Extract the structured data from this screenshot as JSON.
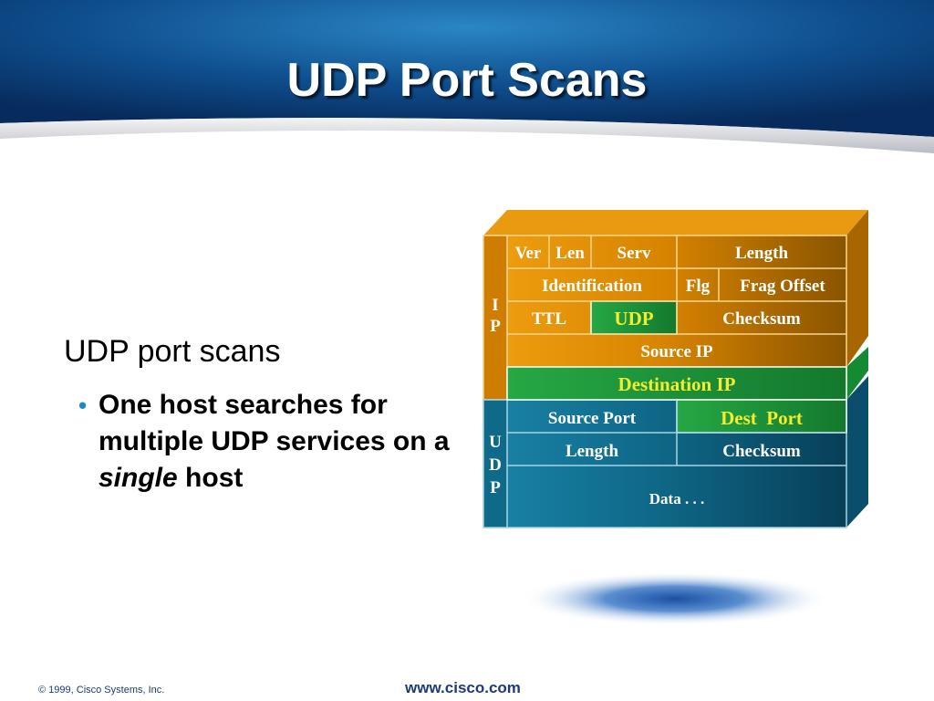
{
  "slide": {
    "title": "UDP Port Scans",
    "heading": "UDP port scans",
    "bullet": {
      "part1": "One host searches for multiple UDP services on a ",
      "emphasis": "single",
      "part2": " host"
    }
  },
  "diagram": {
    "ip_label": [
      "I",
      "P"
    ],
    "udp_label": [
      "U",
      "D",
      "P"
    ],
    "ip_rows": {
      "row1": [
        "Ver",
        "Len",
        "Serv",
        "Length"
      ],
      "row2": [
        "Identification",
        "Flg",
        "Frag Offset"
      ],
      "row3": [
        "TTL",
        "UDP",
        "Checksum"
      ],
      "row4": [
        "Source IP"
      ],
      "row5": [
        "Destination IP"
      ]
    },
    "udp_rows": {
      "row1": [
        "Source Port",
        "Dest  Port"
      ],
      "row2": [
        "Length",
        "Checksum"
      ],
      "row3": [
        "Data . . ."
      ]
    },
    "colors": {
      "ip": "#e08a00",
      "udp": "#0f6a8a",
      "highlight": "#1f9a3a",
      "highlight_text": "#f4ec30"
    }
  },
  "footer": {
    "copyright": "© 1999, Cisco Systems, Inc.",
    "url": "www.cisco.com"
  }
}
